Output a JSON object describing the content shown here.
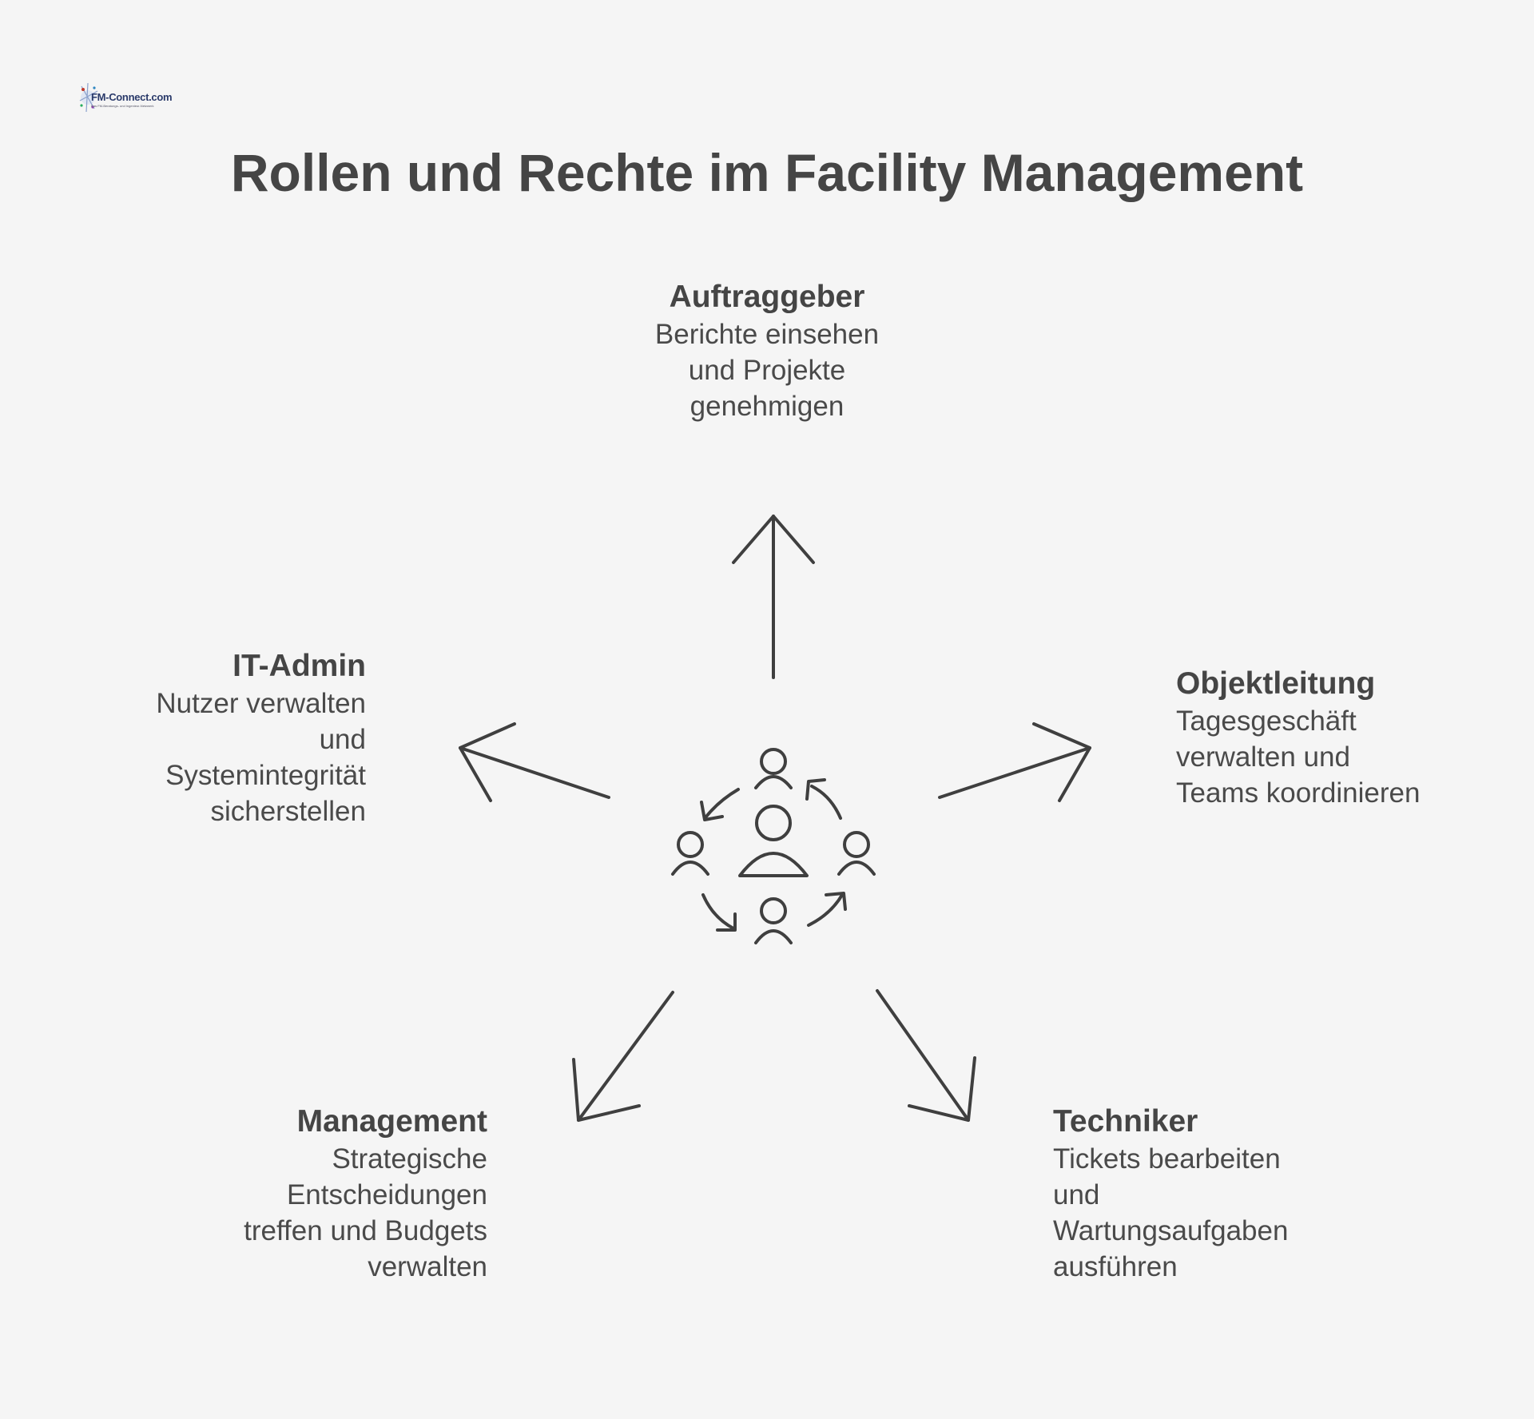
{
  "logo": {
    "brand_text": "FM-Connect.com",
    "tagline": "Das FM-Beratungs- und Ingenieur-Netzwerk"
  },
  "title": "Rollen und Rechte im Facility Management",
  "roles": [
    {
      "key": "top",
      "name": "Auftraggeber",
      "description_lines": [
        "Berichte einsehen",
        "und Projekte",
        "genehmigen"
      ]
    },
    {
      "key": "left",
      "name": "IT-Admin",
      "description_lines": [
        "Nutzer verwalten",
        "und",
        "Systemintegrität",
        "sicherstellen"
      ]
    },
    {
      "key": "right",
      "name": "Objektleitung",
      "description_lines": [
        "Tagesgeschäft",
        "verwalten und",
        "Teams koordinieren"
      ]
    },
    {
      "key": "bottom_left",
      "name": "Management",
      "description_lines": [
        "Strategische",
        "Entscheidungen",
        "treffen und Budgets",
        "verwalten"
      ]
    },
    {
      "key": "bottom_right",
      "name": "Techniker",
      "description_lines": [
        "Tickets bearbeiten",
        "und",
        "Wartungsaufgaben",
        "ausführen"
      ]
    }
  ],
  "center_icon": "team-cycle-icon",
  "colors": {
    "background": "#f5f5f5",
    "text": "#454545",
    "stroke": "#3f3f3f"
  }
}
